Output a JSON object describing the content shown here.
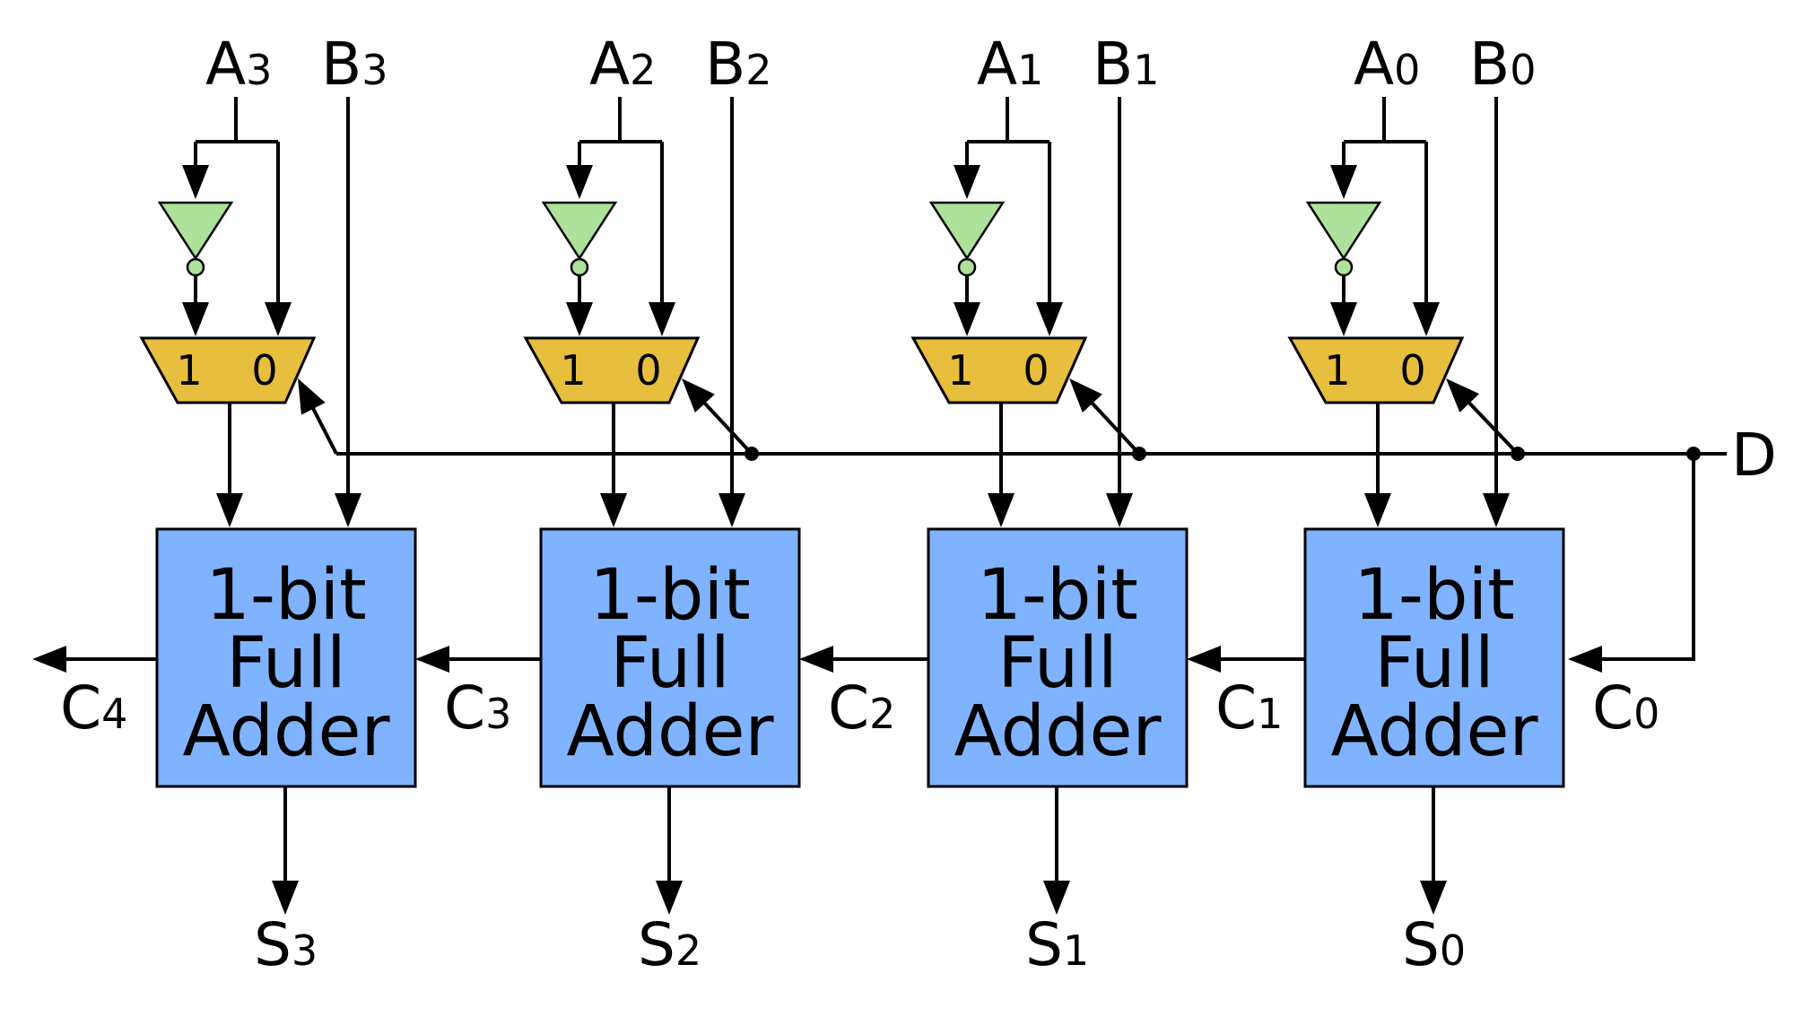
{
  "adder_label_lines": [
    "1-bit",
    "Full",
    "Adder"
  ],
  "mux_input_labels": [
    "1",
    "0"
  ],
  "control_input": "D",
  "stages": [
    {
      "bit": "3",
      "a": {
        "main": "A",
        "sub": "3"
      },
      "b": {
        "main": "B",
        "sub": "3"
      },
      "s": {
        "main": "S",
        "sub": "3"
      },
      "c_in": {
        "main": "C",
        "sub": "3"
      }
    },
    {
      "bit": "2",
      "a": {
        "main": "A",
        "sub": "2"
      },
      "b": {
        "main": "B",
        "sub": "2"
      },
      "s": {
        "main": "S",
        "sub": "2"
      },
      "c_in": {
        "main": "C",
        "sub": "2"
      }
    },
    {
      "bit": "1",
      "a": {
        "main": "A",
        "sub": "1"
      },
      "b": {
        "main": "B",
        "sub": "1"
      },
      "s": {
        "main": "S",
        "sub": "1"
      },
      "c_in": {
        "main": "C",
        "sub": "1"
      }
    },
    {
      "bit": "0",
      "a": {
        "main": "A",
        "sub": "0"
      },
      "b": {
        "main": "B",
        "sub": "0"
      },
      "s": {
        "main": "S",
        "sub": "0"
      },
      "c_in": {
        "main": "C",
        "sub": "0"
      }
    }
  ],
  "carry_out": {
    "main": "C",
    "sub": "4"
  },
  "colors": {
    "adder_fill": "#80b3ff",
    "mux_fill": "#e7be3e",
    "inverter_fill": "#aee29b",
    "wire": "#000000"
  }
}
